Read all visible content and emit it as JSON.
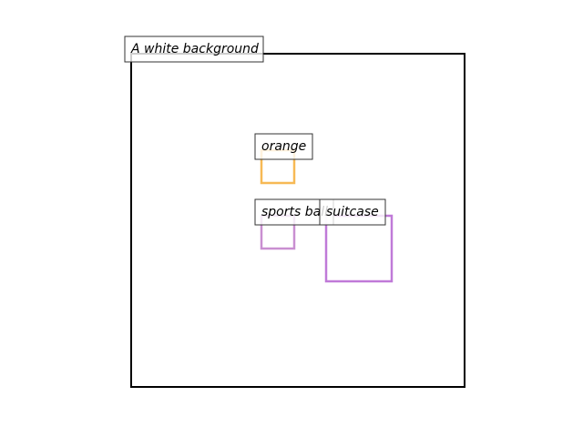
{
  "scene": {
    "caption": "A white background",
    "background_color": "#ffffff",
    "frame_color": "#000000"
  },
  "objects": [
    {
      "label": "orange",
      "color": "#f7b955"
    },
    {
      "label": "sports ball",
      "color": "#c98fd1"
    },
    {
      "label": "suitcase",
      "color": "#c07ad8"
    }
  ]
}
